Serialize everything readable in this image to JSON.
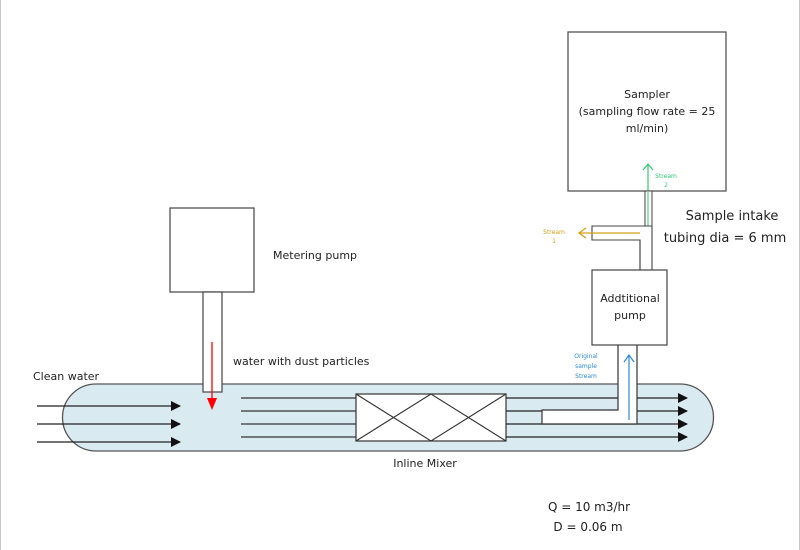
{
  "diagram": {
    "colors": {
      "pipe_fill": "#daeaf1",
      "pipe_stroke": "#555555",
      "dust_arrow": "#ff0000",
      "stream1": "#d4a017",
      "stream2": "#2ecc71",
      "original_stream": "#2a8ad6",
      "line": "#222222"
    },
    "labels": {
      "sampler_line1": "Sampler",
      "sampler_line2": "(sampling flow rate = 25",
      "sampler_line3": "ml/min)",
      "stream2_line1": "Stream",
      "stream2_line2": "2",
      "stream1_line1": "Stream",
      "stream1_line2": "1",
      "tubing_line1": "Sample intake",
      "tubing_line2": "tubing dia = 6 mm",
      "additional_pump_line1": "Addtitional",
      "additional_pump_line2": "pump",
      "original_line1": "Original",
      "original_line2": "sample",
      "original_line3": "Stream",
      "metering_pump": "Metering pump",
      "dust_water": "water with dust particles",
      "clean_water": "Clean water",
      "inline_mixer": "Inline Mixer",
      "flow_rate": "Q = 10 m3/hr",
      "diameter": "D = 0.06 m"
    }
  }
}
